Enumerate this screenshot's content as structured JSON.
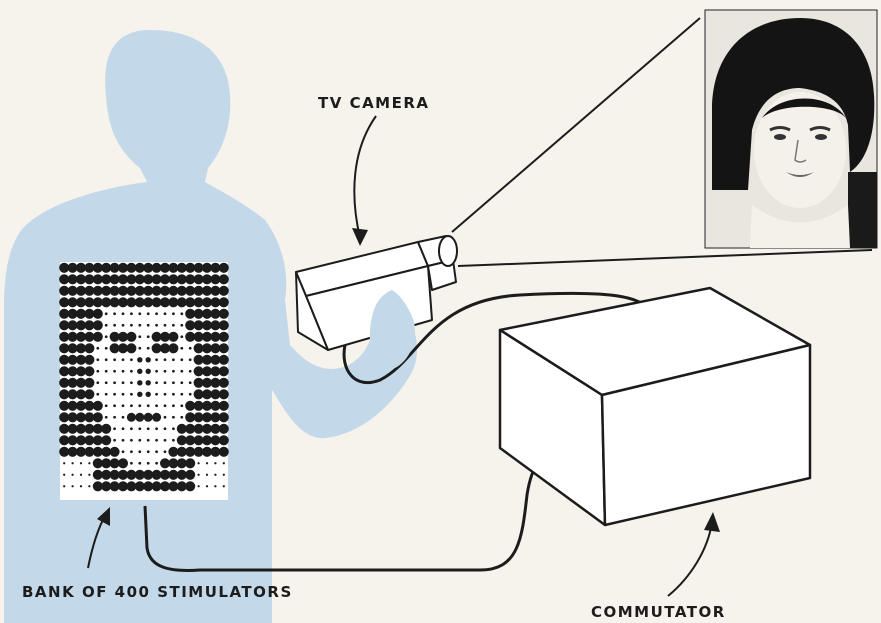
{
  "labels": {
    "tv_camera": "TV CAMERA",
    "bank": "BANK OF 400 STIMULATORS",
    "commutator": "COMMUTATOR"
  },
  "grid": {
    "rows": 20,
    "cols": 20
  },
  "colors": {
    "paper": "#f6f3ec",
    "silhouette": "#c3d8e8",
    "ink": "#1c1c1c"
  }
}
